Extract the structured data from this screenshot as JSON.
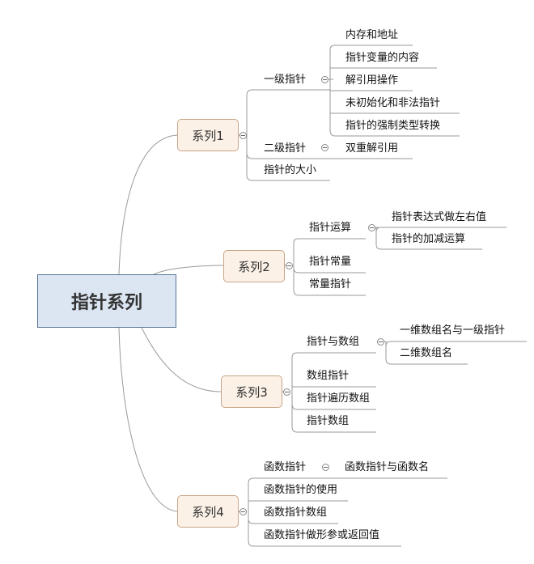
{
  "root": {
    "label": "指针系列"
  },
  "branches": [
    {
      "label": "系列1",
      "children": [
        {
          "label": "一级指针",
          "children": [
            "内存和地址",
            "指针变量的内容",
            "解引用操作",
            "未初始化和非法指针",
            "指针的强制类型转换"
          ]
        },
        {
          "label": "二级指针",
          "children": [
            "双重解引用"
          ]
        },
        {
          "label": "指针的大小"
        }
      ]
    },
    {
      "label": "系列2",
      "children": [
        {
          "label": "指针运算",
          "children": [
            "指针表达式做左右值",
            "指针的加减运算"
          ]
        },
        {
          "label": "指针常量"
        },
        {
          "label": "常量指针"
        }
      ]
    },
    {
      "label": "系列3",
      "children": [
        {
          "label": "指针与数组",
          "children": [
            "一维数组名与一级指针",
            "二维数组名"
          ]
        },
        {
          "label": "数组指针"
        },
        {
          "label": "指针遍历数组"
        },
        {
          "label": "指针数组"
        }
      ]
    },
    {
      "label": "系列4",
      "children": [
        {
          "label": "函数指针",
          "children": [
            "函数指针与函数名"
          ]
        },
        {
          "label": "函数指针的使用"
        },
        {
          "label": "函数指针数组"
        },
        {
          "label": "函数指针做形参或返回值"
        }
      ]
    }
  ]
}
